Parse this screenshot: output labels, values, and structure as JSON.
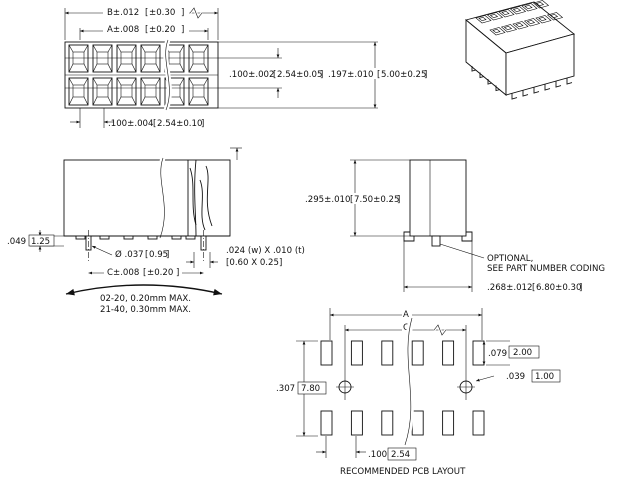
{
  "top_view": {
    "dim_b": "B±.012",
    "dim_b_mm": "±0.30",
    "dim_a": "A±.008",
    "dim_a_mm": "±0.20",
    "row_pitch": ".100±.002",
    "row_pitch_mm": "2.54±0.05",
    "overall_width": ".197±.010",
    "overall_width_mm": "5.00±0.25",
    "pin_pitch": ".100±.004",
    "pin_pitch_mm": "2.54±0.10"
  },
  "side_view": {
    "standoff": ".049",
    "standoff_mm": "1.25",
    "post_dia": "Ø .037",
    "post_dia_mm": "0.95",
    "dim_c": "C±.008",
    "dim_c_mm": "±0.20",
    "lead_size": ".024 (w) X .010 (t)",
    "lead_size_mm": "[0.60 X 0.25]",
    "coplanarity_1": "02-20, 0.20mm MAX.",
    "coplanarity_2": "21-40, 0.30mm MAX."
  },
  "end_view": {
    "height": ".295±.010",
    "height_mm": "7.50±0.25",
    "note_1": "OPTIONAL,",
    "note_2": "SEE PART NUMBER CODING",
    "tail_span": ".268±.012",
    "tail_span_mm": "6.80±0.30"
  },
  "pcb_layout": {
    "label_a": "A",
    "label_c": "C",
    "pad_length": ".079",
    "pad_length_mm": "2.00",
    "peg_offset": ".039",
    "peg_offset_mm": "1.00",
    "row_span": ".307",
    "row_span_mm": "7.80",
    "pitch": ".100",
    "pitch_mm": "2.54",
    "title": "RECOMMENDED PCB LAYOUT"
  }
}
